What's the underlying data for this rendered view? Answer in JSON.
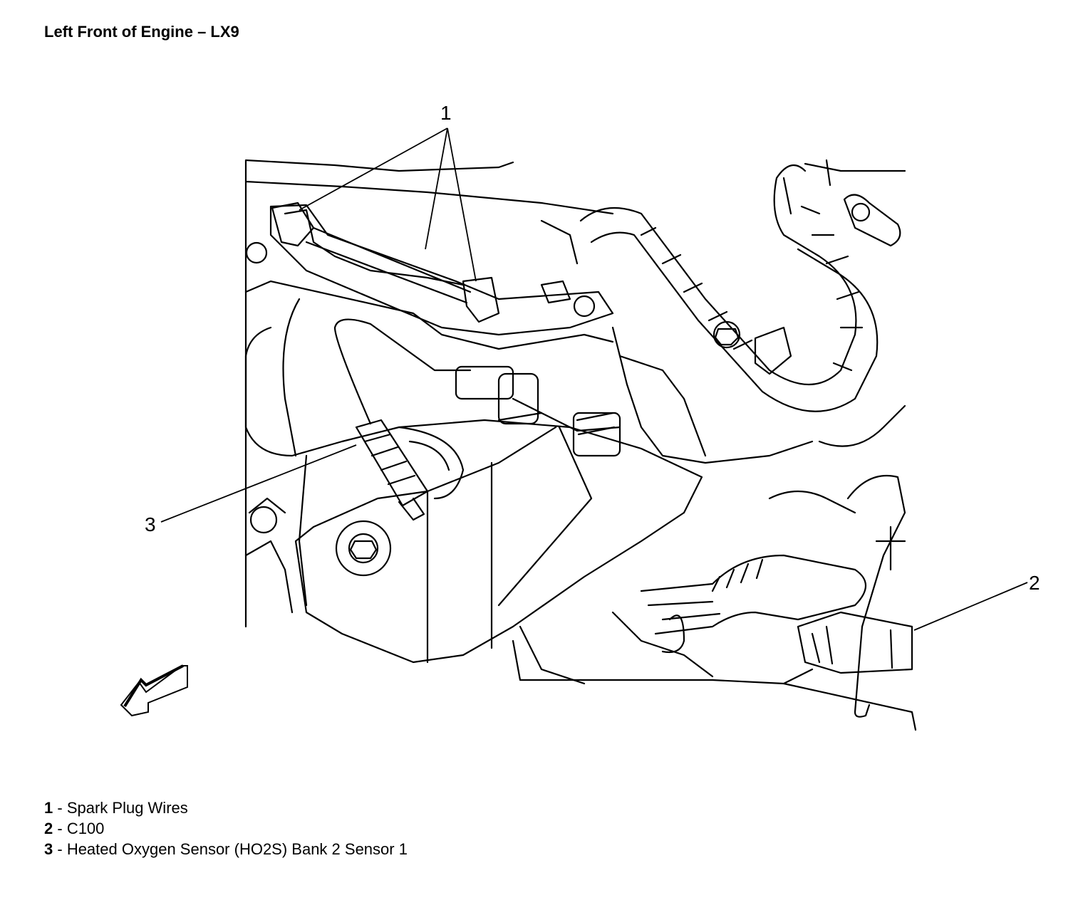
{
  "title": "Left Front of Engine – LX9",
  "callouts": [
    {
      "number": "1",
      "label": "Spark Plug Wires"
    },
    {
      "number": "2",
      "label": "C100"
    },
    {
      "number": "3",
      "label": "Heated Oxygen Sensor (HO2S) Bank 2 Sensor 1"
    }
  ],
  "legend_separator": " - ",
  "icons": [
    "direction-arrow-icon"
  ]
}
